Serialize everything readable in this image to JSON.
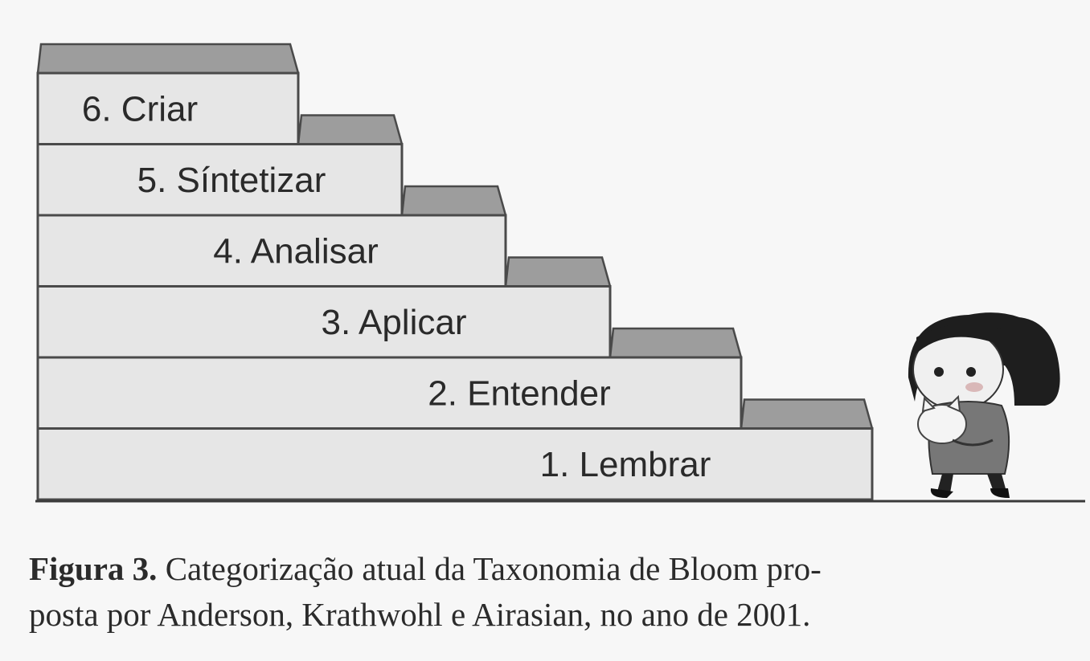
{
  "steps": [
    {
      "label": "1. Lembrar"
    },
    {
      "label": "2. Entender"
    },
    {
      "label": "3. Aplicar"
    },
    {
      "label": "4. Analisar"
    },
    {
      "label": "5. Síntetizar"
    },
    {
      "label": "6. Criar"
    }
  ],
  "caption": {
    "figure_label": "Figura 3.",
    "line1_rest": " Categorização atual da Taxonomia de Bloom pro-",
    "line2": "posta por Anderson, Krathwohl e Airasian, no ano de 2001."
  },
  "colors": {
    "riser": "#e6e6e6",
    "tread": "#9d9d9d",
    "outline": "#4a4a4a",
    "ground": "#3a3a3a"
  }
}
